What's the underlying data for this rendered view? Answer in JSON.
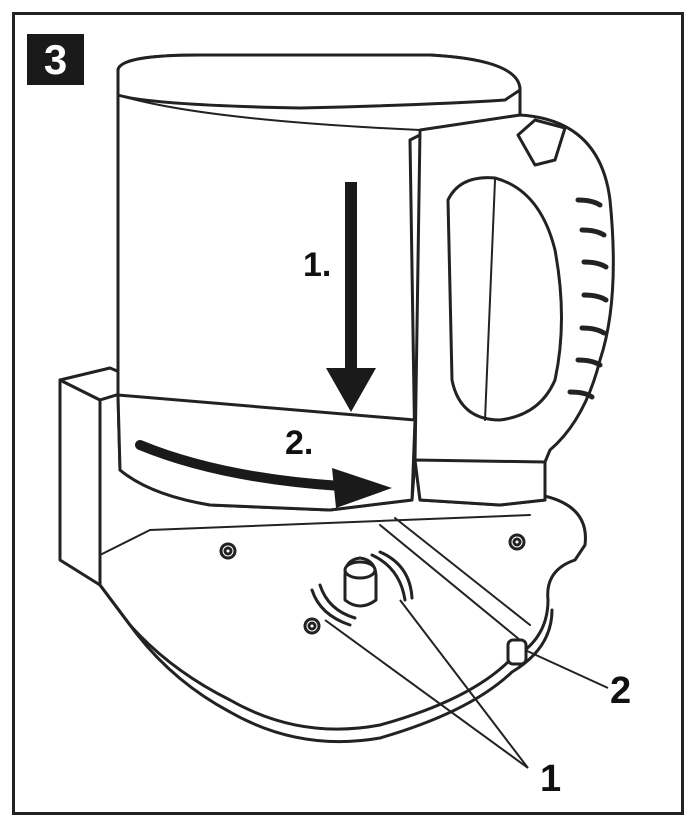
{
  "step": {
    "number": "3"
  },
  "instructions": {
    "step1": "1.",
    "step2": "2."
  },
  "callouts": {
    "part1": "1",
    "part2": "2"
  },
  "colors": {
    "line": "#222222",
    "fill": "#ffffff",
    "badge": "#1a1a1a"
  }
}
